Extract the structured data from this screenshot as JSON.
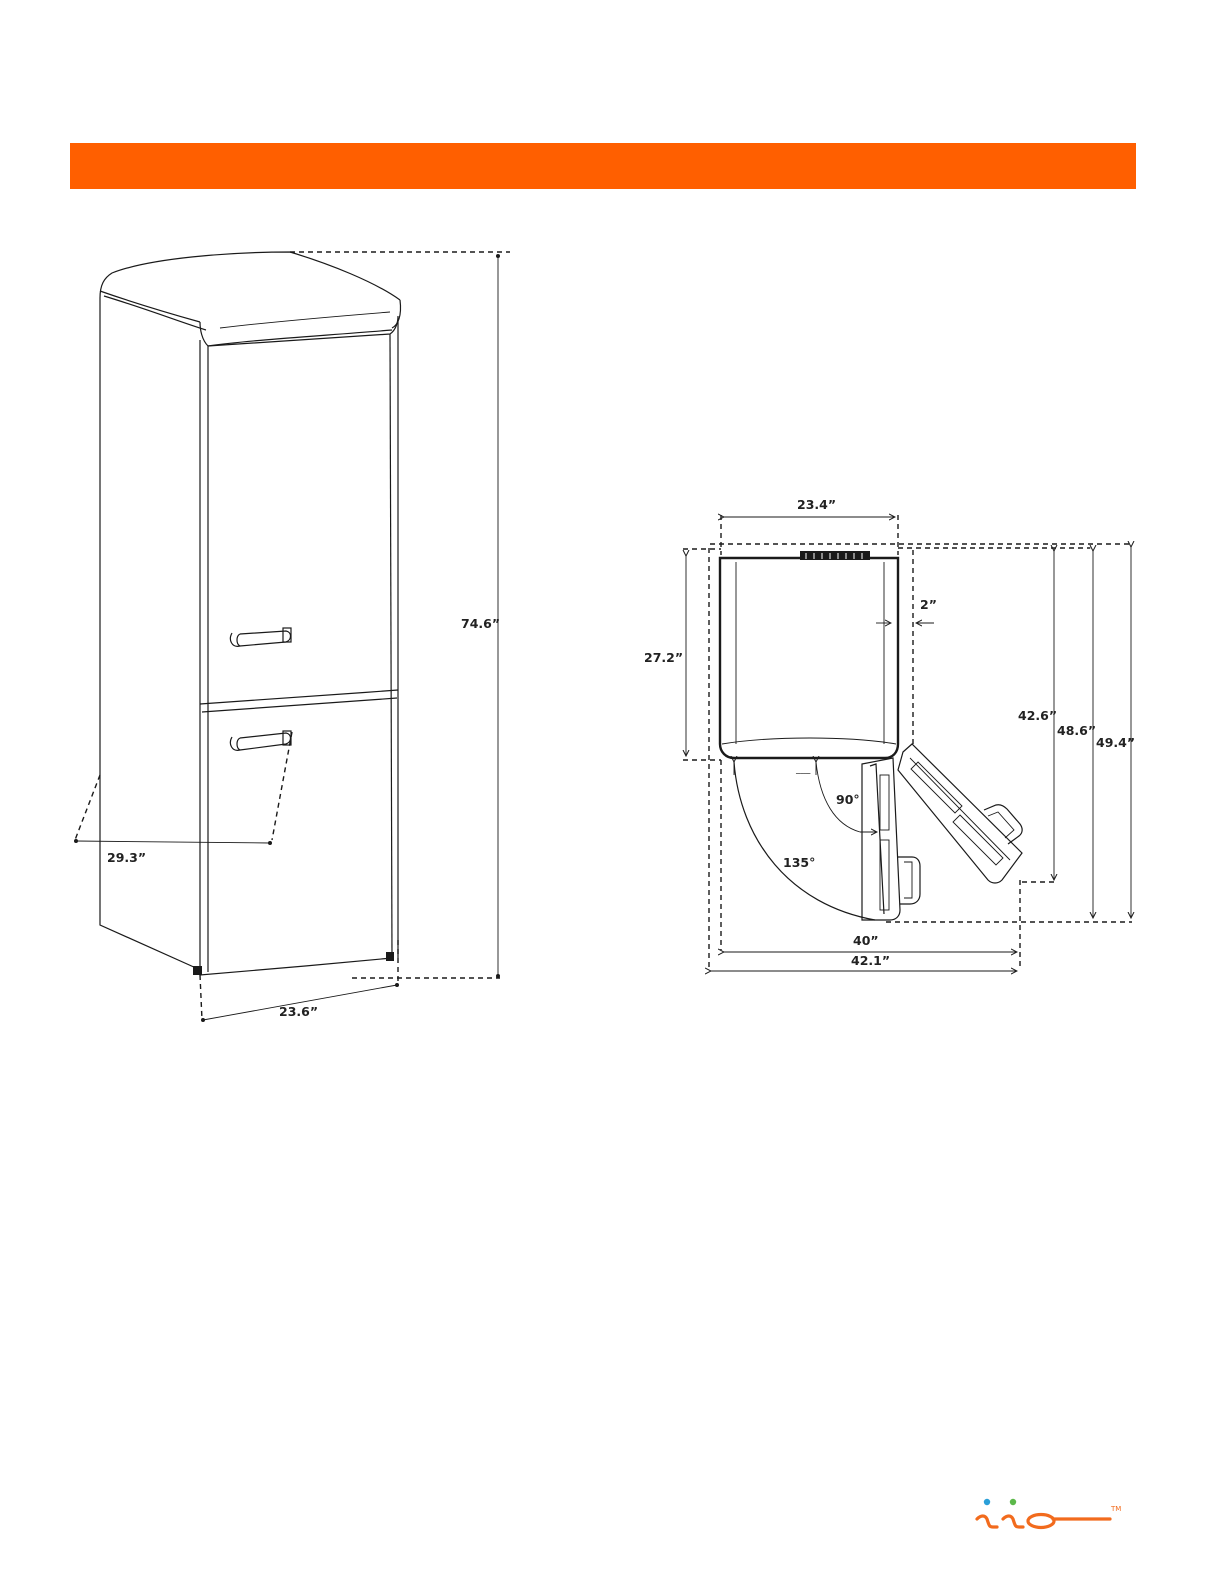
{
  "banner": {
    "color": "#ff5f00"
  },
  "front_view": {
    "height_label": "74.6”",
    "depth_label": "29.3”",
    "width_label": "23.6”"
  },
  "top_view": {
    "width_label": "23.4”",
    "depth_label": "27.2”",
    "gap_label": "2”",
    "door_90_label": "42.6”",
    "door_open_label": "48.6”",
    "door_135_label": "49.4”",
    "angle_90_label": "90°",
    "angle_135_label": "135°",
    "width_90_label": "40”",
    "width_135_label": "42.1”"
  },
  "logo": {
    "icon": "iio-logo",
    "mark": "TM",
    "color": "#f26b1d"
  }
}
